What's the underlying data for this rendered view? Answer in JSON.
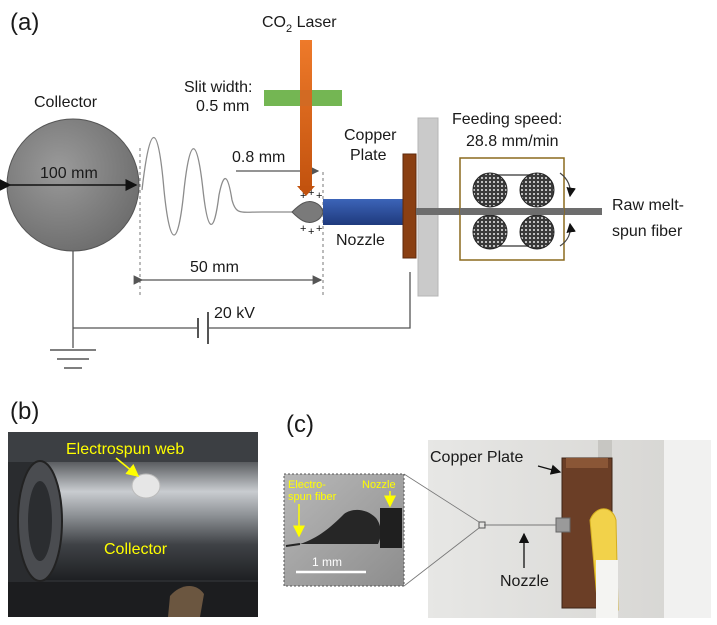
{
  "panels": {
    "a": "(a)",
    "b": "(b)",
    "c": "(c)"
  },
  "panel_a": {
    "collector": "Collector",
    "collector_diameter": "100 mm",
    "laser_label": "CO",
    "laser_subscript": "2",
    "laser_suffix": " Laser",
    "slit_line1": "Slit width:",
    "slit_line2": "0.5 mm",
    "gap_distance": "0.8 mm",
    "copper_line1": "Copper",
    "copper_line2": "Plate",
    "feeding_line1": "Feeding speed:",
    "feeding_line2": "28.8 mm/min",
    "raw_line1": "Raw melt-",
    "raw_line2": "spun fiber",
    "nozzle": "Nozzle",
    "jet_distance": "50 mm",
    "voltage": "20 kV"
  },
  "panel_b": {
    "web_label": "Electrospun web",
    "collector_label": "Collector"
  },
  "panel_c": {
    "inset_fiber_line1": "Electro-",
    "inset_fiber_line2": "spun fiber",
    "inset_nozzle": "Nozzle",
    "scale_bar": "1 mm",
    "copper_plate": "Copper Plate",
    "nozzle": "Nozzle"
  },
  "colors": {
    "laser": "#d9661e",
    "slit": "#6db24a",
    "nozzle": "#2c4f9e",
    "copper": "#8a3f12",
    "plate": "#c9c9c9",
    "roller_box": "#8b6a1e",
    "collector": "#7f7f7f",
    "highlight_text": "#ffff00"
  }
}
